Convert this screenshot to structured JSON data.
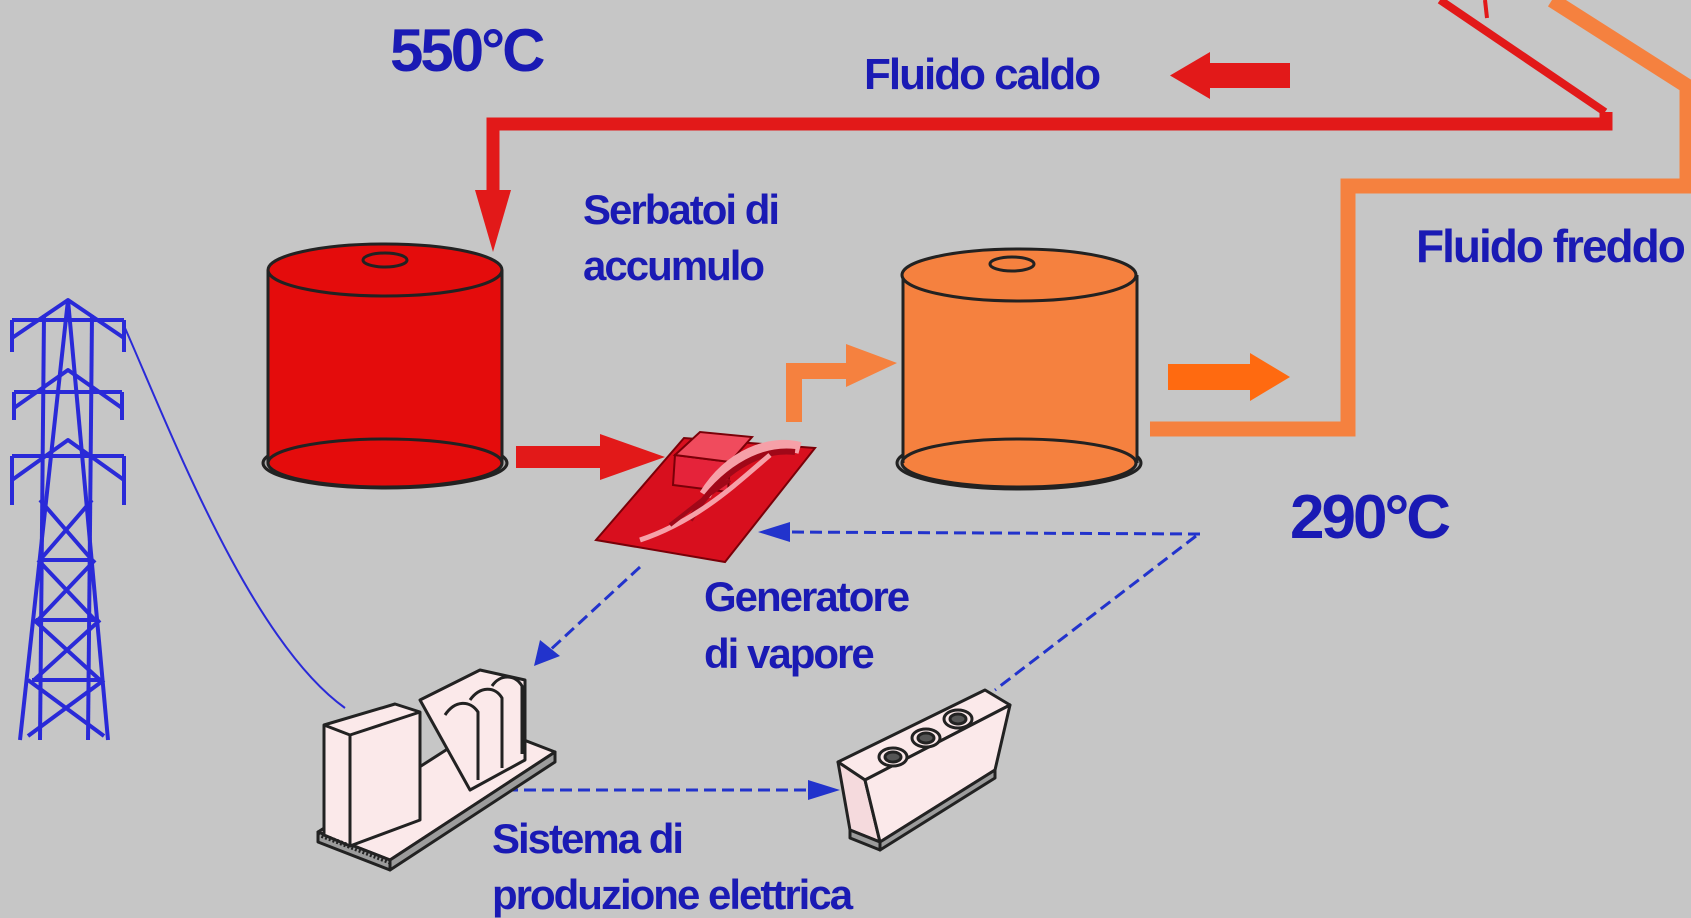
{
  "labels": {
    "temp_hot": "550°C",
    "temp_cold": "290°C",
    "hot_fluid": "Fluido caldo",
    "cold_fluid": "Fluido freddo",
    "storage_tanks_line1": "Serbatoi di",
    "storage_tanks_line2": "accumulo",
    "steam_generator_line1": "Generatore",
    "steam_generator_line2": "di vapore",
    "power_system_line1": "Sistema di",
    "power_system_line2": "produzione elettrica"
  },
  "colors": {
    "background": "#c6c6c6",
    "hot": "#e21919",
    "cold": "#f5813f",
    "cold_arrow": "#ff6a10",
    "text": "#1a1ab4",
    "pylon": "#2a2ad8",
    "machine": "#fbe9ea"
  }
}
